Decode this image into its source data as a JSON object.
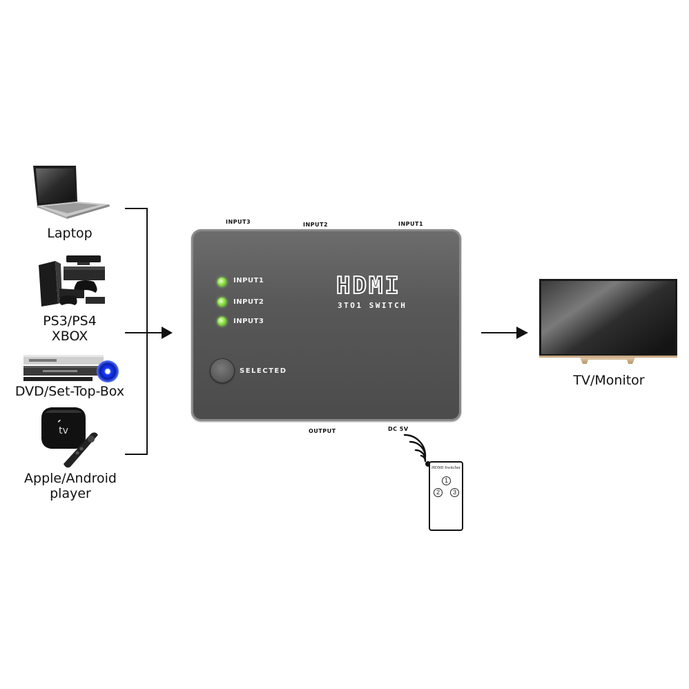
{
  "sources": [
    {
      "label": "Laptop",
      "icon": "laptop-icon"
    },
    {
      "label_line1": "PS3/PS4",
      "label_line2": "XBOX",
      "icon": "game-console-icon"
    },
    {
      "label": "DVD/Set-Top-Box",
      "icon": "dvd-player-icon"
    },
    {
      "label_line1": "Apple/Android",
      "label_line2": "player",
      "icon": "media-player-icon"
    }
  ],
  "switch": {
    "top_ports": [
      "INPUT3",
      "INPUT2",
      "INPUT1"
    ],
    "bottom_ports": [
      "OUTPUT",
      "DC 5V"
    ],
    "leds": [
      "INPUT1",
      "INPUT2",
      "INPUT3"
    ],
    "logo": "HDMI",
    "subtitle": "3TO1 SWITCH",
    "button_label": "SELECTED",
    "led_color": "#8fe04a"
  },
  "remote": {
    "title": "HDMI Switcher",
    "keys": [
      "1",
      "2",
      "3"
    ]
  },
  "output": {
    "label": "TV/Monitor",
    "icon": "tv-icon"
  }
}
